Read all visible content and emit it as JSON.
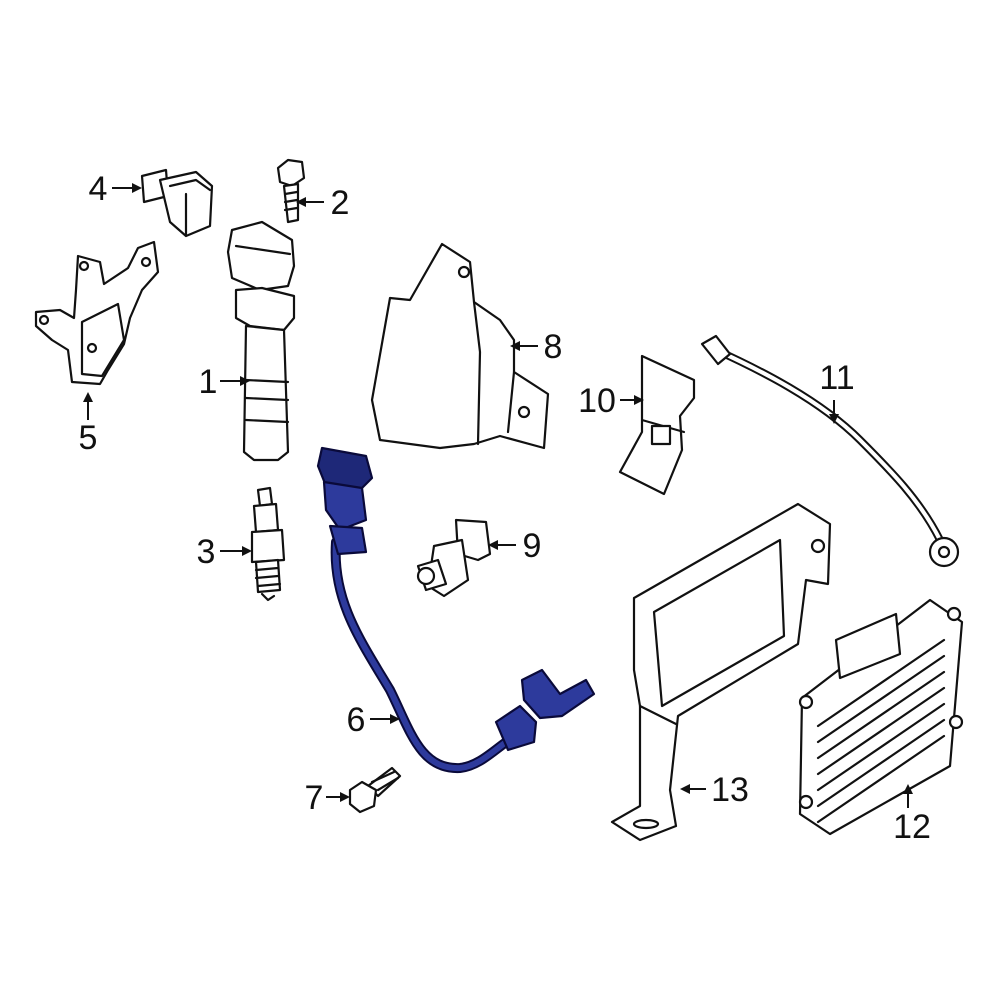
{
  "colors": {
    "line": "#111111",
    "part_fill": "#ffffff",
    "highlight": "#2d3a9c",
    "background": "#ffffff"
  },
  "highlighted_part": "6",
  "callouts": [
    {
      "id": "c1",
      "label": "1"
    },
    {
      "id": "c2",
      "label": "2"
    },
    {
      "id": "c3",
      "label": "3"
    },
    {
      "id": "c4",
      "label": "4"
    },
    {
      "id": "c5",
      "label": "5"
    },
    {
      "id": "c6",
      "label": "6"
    },
    {
      "id": "c7",
      "label": "7"
    },
    {
      "id": "c8",
      "label": "8"
    },
    {
      "id": "c9",
      "label": "9"
    },
    {
      "id": "c10",
      "label": "10"
    },
    {
      "id": "c11",
      "label": "11"
    },
    {
      "id": "c12",
      "label": "12"
    },
    {
      "id": "c13",
      "label": "13"
    }
  ]
}
